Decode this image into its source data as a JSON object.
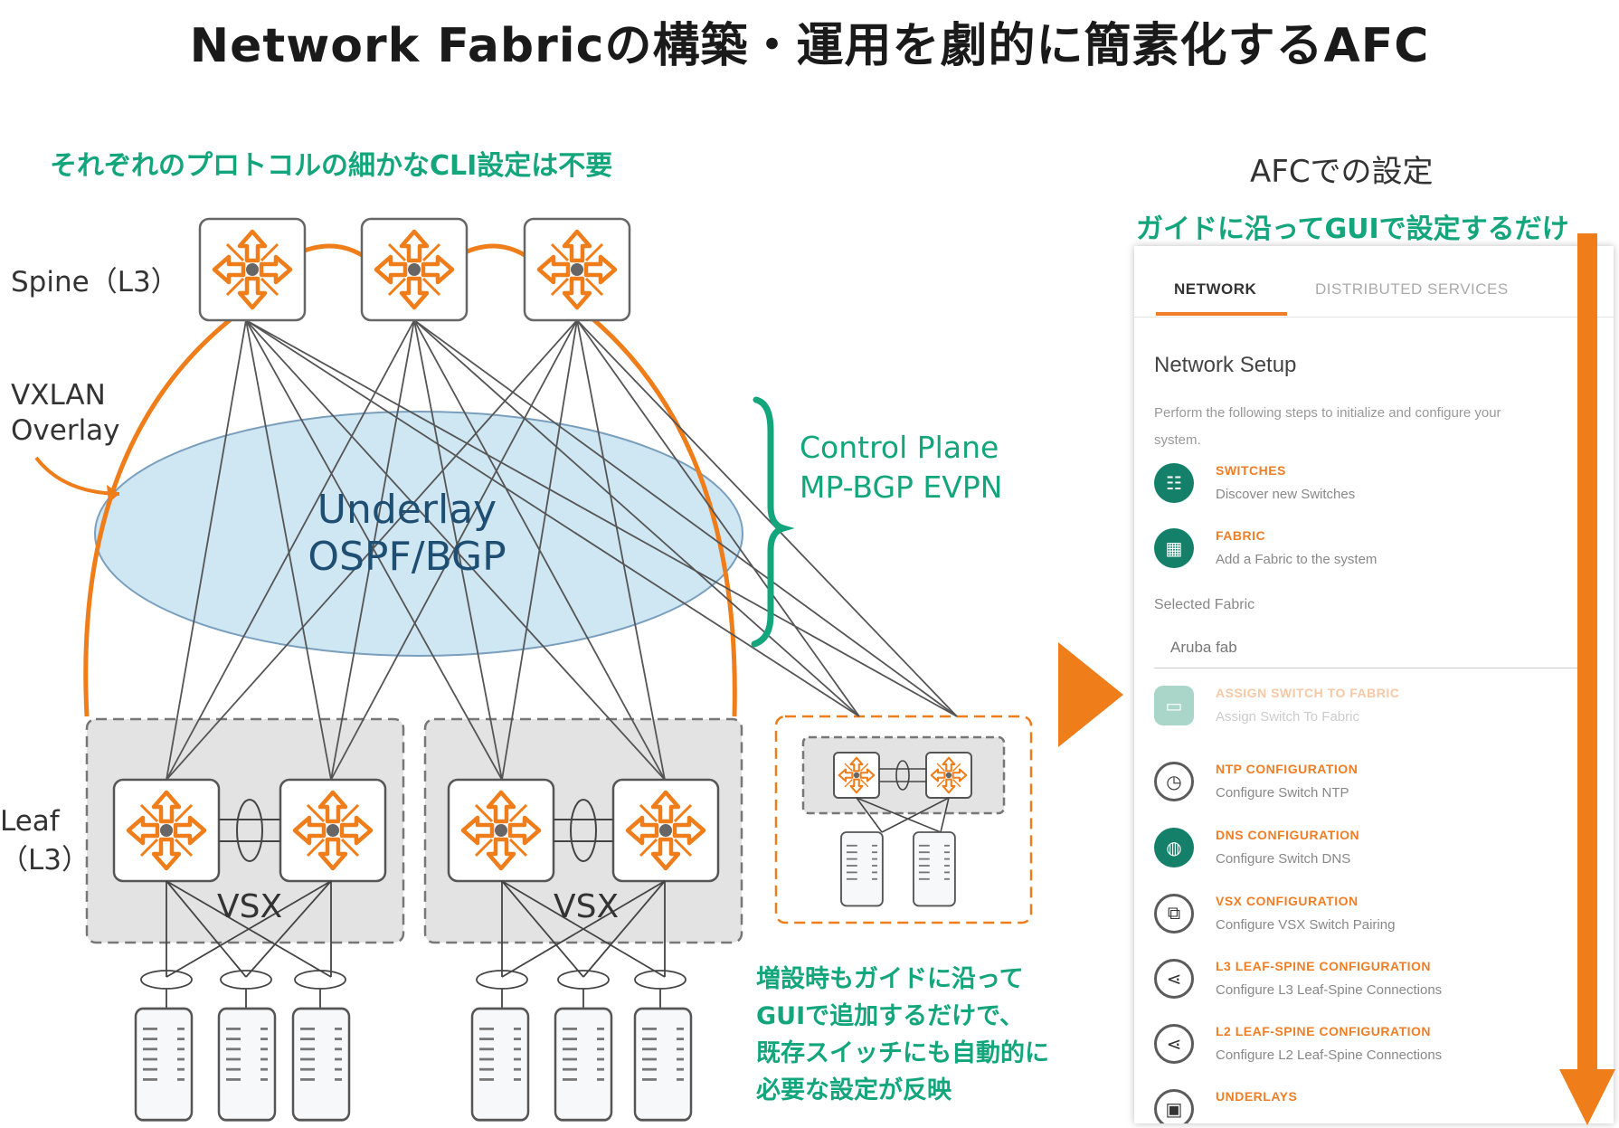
{
  "title": "Network Fabricの構築・運用を劇的に簡素化するAFC",
  "cli_note": "それぞれのプロトコルの細かなCLI設定は不要",
  "labels": {
    "spine": "Spine（L3）",
    "vxlan_line1": "VXLAN",
    "vxlan_line2": "Overlay",
    "leaf_line1": "Leaf",
    "leaf_line2": "（L3）",
    "underlay_line1": "Underlay",
    "underlay_line2": "OSPF/BGP",
    "control_plane_line1": "Control Plane",
    "control_plane_line2": "MP-BGP EVPN",
    "vsx": "VSX"
  },
  "expand_note": [
    "増設時もガイドに沿って",
    "GUIで追加するだけで、",
    "既存スイッチにも自動的に",
    "必要な設定が反映"
  ],
  "afc": {
    "heading": "AFCでの設定",
    "guide": "ガイドに沿ってGUIで設定するだけ",
    "tabs": [
      "NETWORK",
      "DISTRIBUTED SERVICES"
    ],
    "setup_title": "Network Setup",
    "setup_desc": "Perform the following steps to initialize and configure your system.",
    "selected_fabric_label": "Selected Fabric",
    "selected_fabric_value": "Aruba fab",
    "steps": [
      {
        "title": "SWITCHES",
        "sub": "Discover new Switches",
        "icon": "switch-list-icon"
      },
      {
        "title": "FABRIC",
        "sub": "Add a Fabric to the system",
        "icon": "fabric-grid-icon"
      },
      {
        "title": "ASSIGN SWITCH TO FABRIC",
        "sub": "Assign Switch To Fabric",
        "icon": "assign-icon"
      },
      {
        "title": "NTP CONFIGURATION",
        "sub": "Configure Switch NTP",
        "icon": "clock-icon"
      },
      {
        "title": "DNS CONFIGURATION",
        "sub": "Configure Switch DNS",
        "icon": "dns-icon"
      },
      {
        "title": "VSX CONFIGURATION",
        "sub": "Configure VSX Switch Pairing",
        "icon": "vsx-icon"
      },
      {
        "title": "L3 LEAF-SPINE CONFIGURATION",
        "sub": "Configure L3 Leaf-Spine Connections",
        "icon": "share-icon"
      },
      {
        "title": "L2 LEAF-SPINE CONFIGURATION",
        "sub": "Configure L2 Leaf-Spine Connections",
        "icon": "share-icon"
      },
      {
        "title": "UNDERLAYS",
        "sub": "",
        "icon": "underlay-icon"
      }
    ]
  },
  "colors": {
    "accent": "#ee7d1a",
    "green": "#13a57c",
    "underlay_fill": "#cfe6f3",
    "afc_green": "#14806a"
  }
}
